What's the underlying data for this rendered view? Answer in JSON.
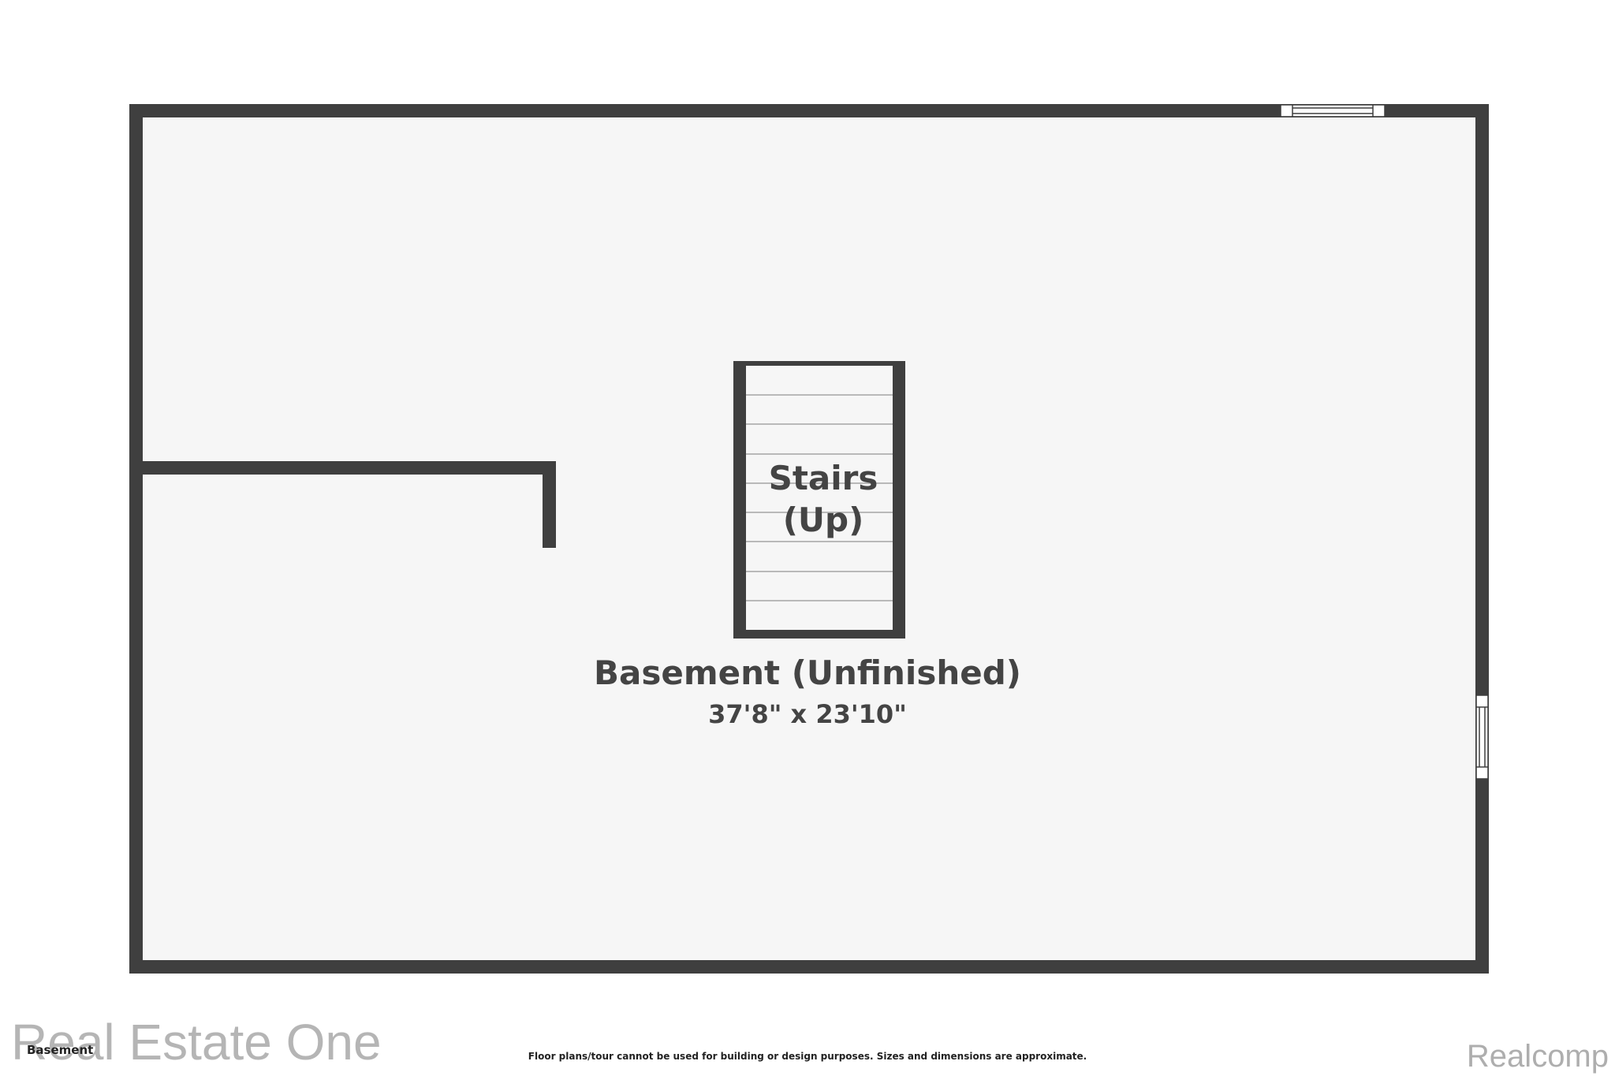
{
  "plan": {
    "room_name": "Basement (Unfinished)",
    "room_dimensions": "37'8\" x 23'10\"",
    "stairs_line1": "Stairs",
    "stairs_line2": "(Up)",
    "level_name": "Basement",
    "disclaimer": "Floor plans/tour cannot be used for building or design purposes. Sizes and dimensions are approximate.",
    "stair_tread_count": 8
  },
  "watermarks": {
    "brokerage": "Real Estate One",
    "mls": "Realcomp"
  },
  "colors": {
    "wall": "#3f3f3f",
    "floor": "#f6f6f6",
    "text": "#444444",
    "tread_line": "#b9b9b9",
    "background": "#ffffff"
  }
}
